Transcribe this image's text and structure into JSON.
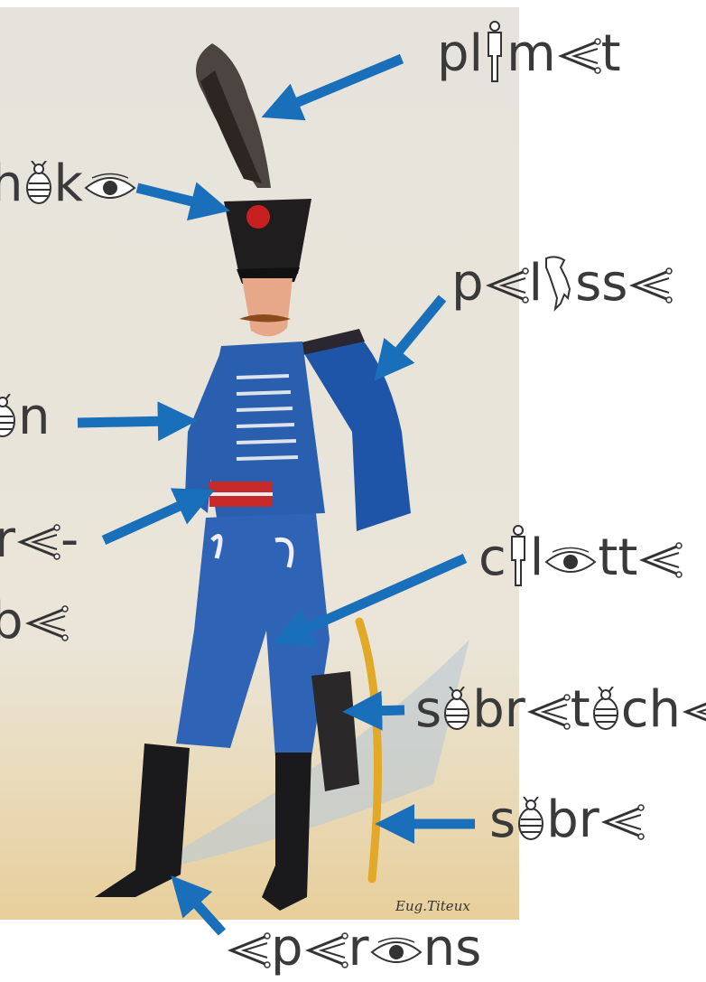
{
  "signature": "Eug.Titeux",
  "accent_color": "#1a6fba",
  "labels": [
    {
      "key": "plumet",
      "parts": [
        "pl",
        "{figure}",
        "m",
        "{bracket}",
        "t"
      ]
    },
    {
      "key": "shako",
      "parts": [
        "h",
        "{bee}",
        "k",
        "{eye}"
      ]
    },
    {
      "key": "pelisse",
      "parts": [
        "p",
        "{bracket}",
        "l",
        "{map}",
        "ss",
        "{bracket}"
      ]
    },
    {
      "key": "dolman",
      "parts": [
        "{bee}",
        "n"
      ]
    },
    {
      "key": "ceinture-baril",
      "parts": [
        "r",
        "{bracket}",
        "-"
      ]
    },
    {
      "key": "ceinture-baril-line2",
      "parts": [
        "b",
        "{bracket}"
      ]
    },
    {
      "key": "culotte",
      "parts": [
        "c",
        "{figure}",
        "l",
        "{eye}",
        "tt",
        "{bracket}"
      ]
    },
    {
      "key": "sabretache",
      "parts": [
        "s",
        "{bee}",
        "br",
        "{bracket}",
        "t",
        "{bee}",
        "ch",
        "{bracket}"
      ]
    },
    {
      "key": "sabre",
      "parts": [
        "s",
        "{bee}",
        "br",
        "{bracket}"
      ]
    },
    {
      "key": "eperons",
      "parts": [
        "{bracket}",
        "p",
        "{bracket}",
        "r",
        "{eye}",
        "ns"
      ]
    }
  ]
}
